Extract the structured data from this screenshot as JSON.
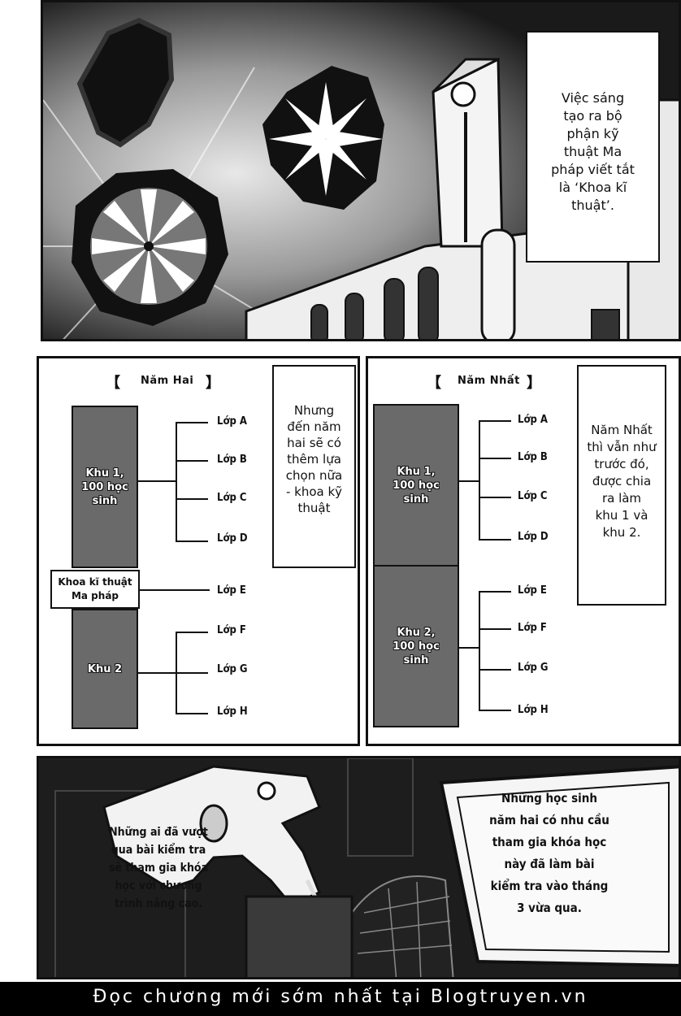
{
  "panel1": {
    "caption": "Việc sáng\ntạo ra bộ\nphận kỹ\nthuật Ma\npháp viết tắt\nlà ‘Khoa kĩ\nthuật’."
  },
  "panel2": {
    "title_left_bracket": "【",
    "title": "Năm Hai",
    "title_right_bracket": "】",
    "caption": "Nhưng\nđến năm\nhai sẽ có\nthêm lựa\nchọn nữa\n- khoa kỹ\nthuật",
    "blocks": {
      "khu1": "Khu 1,\n100 học\nsinh",
      "magic": "Khoa kĩ thuật\nMa pháp",
      "khu2": "Khu 2"
    },
    "classes": [
      "Lớp A",
      "Lớp B",
      "Lớp C",
      "Lớp D",
      "Lớp E",
      "Lớp F",
      "Lớp G",
      "Lớp H"
    ]
  },
  "panel3": {
    "title_left_bracket": "【",
    "title": "Năm Nhất",
    "title_right_bracket": "】",
    "caption": "Năm Nhất\nthì vẫn như\ntrước đó,\nđược chia\nra làm\nkhu 1 và\nkhu 2.",
    "blocks": {
      "khu1": "Khu 1,\n100 học\nsinh",
      "khu2": "Khu 2,\n100 học\nsinh"
    },
    "classes": [
      "Lớp A",
      "Lớp B",
      "Lớp C",
      "Lớp D",
      "Lớp E",
      "Lớp F",
      "Lớp G",
      "Lớp H"
    ]
  },
  "panel4": {
    "bubble_left": "Những ai đã vượt\nqua bài kiểm tra\nsẽ tham gia khóa\nhọc với chương\ntrình nâng cao.",
    "bubble_right": "Những học sinh\nnăm hai có nhu cầu\ntham gia khóa học\nnày đã làm bài\nkiểm tra vào tháng\n3 vừa qua."
  },
  "footer": {
    "text": "Đọc chương mới sớm nhất tại Blogtruyen.vn"
  }
}
